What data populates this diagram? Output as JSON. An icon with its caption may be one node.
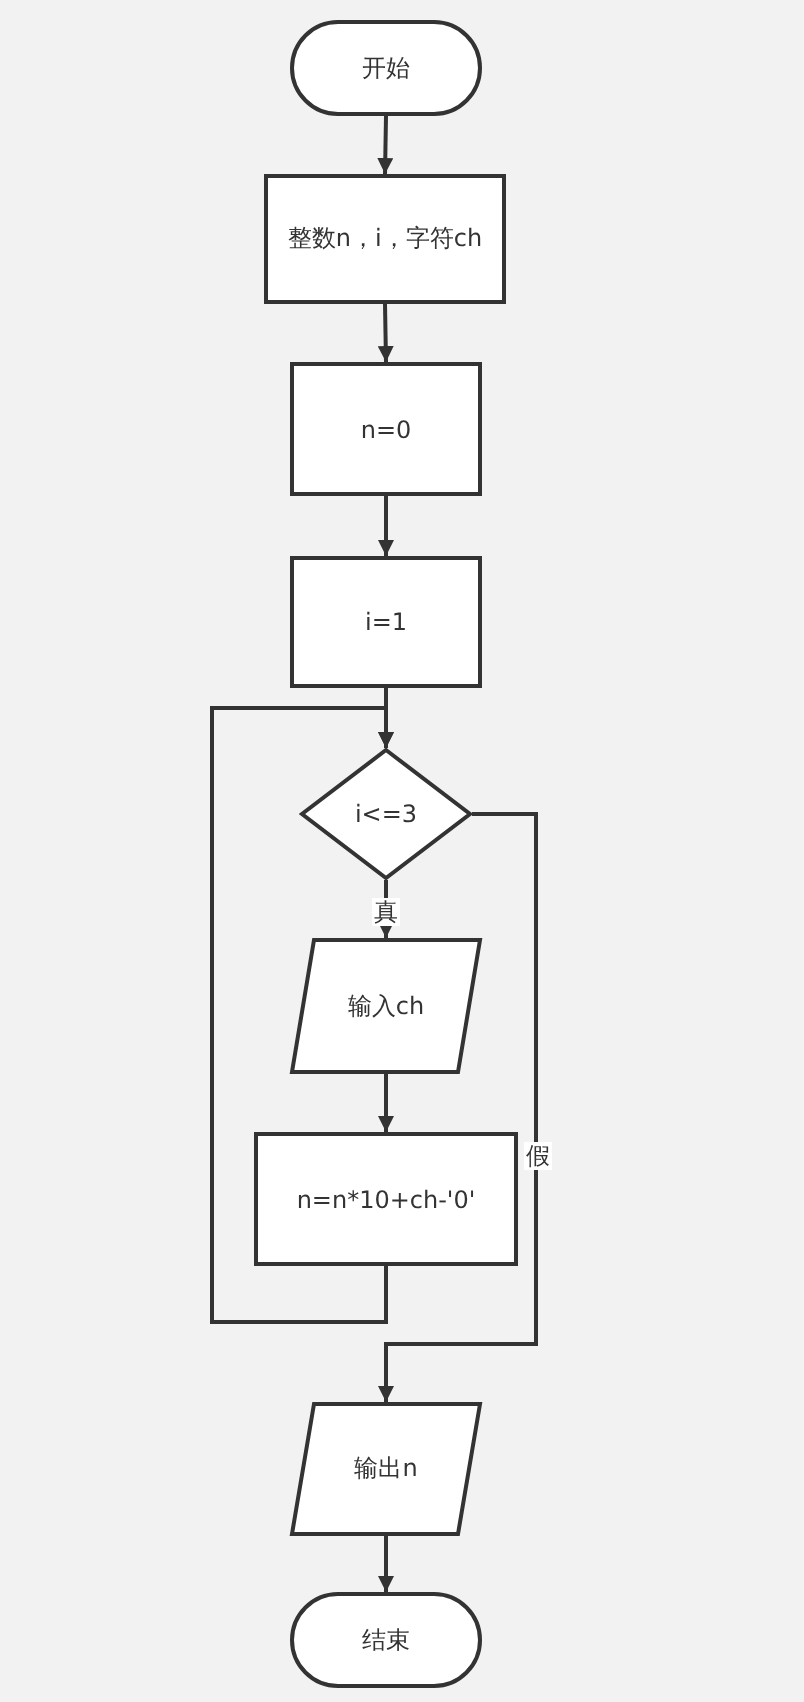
{
  "diagram": {
    "nodes": [
      {
        "text": [
          "开始"
        ]
      },
      {
        "text": [
          "整数n，i，字符ch"
        ]
      },
      {
        "text": [
          "n=0"
        ]
      },
      {
        "text": [
          "i=1"
        ]
      },
      {
        "text": [
          "i<=3"
        ]
      },
      {
        "text": [
          "输入ch"
        ]
      },
      {
        "text": [
          "n=n*10+ch-'0'"
        ]
      },
      {
        "text": [
          "输出n"
        ]
      },
      {
        "text": [
          "结束"
        ]
      }
    ],
    "edges": [
      {
        "from": 0,
        "to": 1,
        "arrow": "to"
      },
      {
        "from": 1,
        "to": 2,
        "arrow": "to"
      },
      {
        "from": 2,
        "to": 3,
        "arrow": "to"
      },
      {
        "from": 3,
        "to": 4,
        "arrow": "to"
      },
      {
        "from": 4,
        "to": 5,
        "arrow": "to",
        "label": "真"
      },
      {
        "from": 5,
        "to": 6,
        "arrow": "to"
      },
      {
        "from": 6,
        "to": 4,
        "arrow": "to"
      },
      {
        "from": 4,
        "to": 7,
        "arrow": "to",
        "label": "假"
      },
      {
        "from": 7,
        "to": 8,
        "arrow": "to"
      }
    ]
  }
}
